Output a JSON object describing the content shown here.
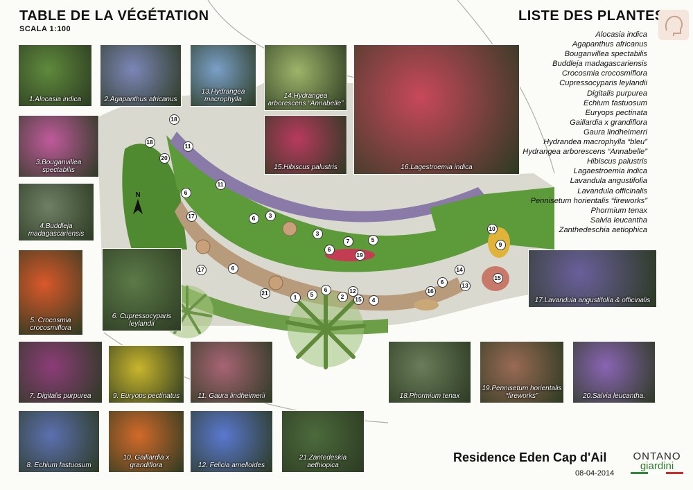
{
  "header": {
    "title": "TABLE DE LA VÉGÉTATION",
    "scale": "SCALA 1:100",
    "list_title": "LISTE DES PLANTES"
  },
  "plant_list": [
    "Alocasia indica",
    "Agapanthus africanus",
    "Bouganvillea spectabilis",
    "Buddleja madagascariensis",
    "Crocosmia crocosmiflora",
    "Cupressocyparis leylandii",
    "Digitalis purpurea",
    "Echium fastuosum",
    "Euryops pectinata",
    "Gaillardia x grandiflora",
    "Gaura lindheimerri",
    "Hydrandea macrophylla “bleu”",
    "Hydrangea arborescens “Annabelle”",
    "Hibiscus palustris",
    "Lagaestroemia indica",
    "Lavandula angustifolia",
    "Lavandula officinalis",
    "Pennisetum horientalis “fireworks”",
    "Phormium tenax",
    "Salvia leucantha",
    "Zanthedeschia aetiophica"
  ],
  "photos": [
    {
      "caption": "1.Alocasia indica",
      "color": "#5f8a3c"
    },
    {
      "caption": "2.Agapanthus africanus",
      "color": "#7c86b8"
    },
    {
      "caption": "13.Hydrangea macrophylla",
      "color": "#7aa0c8"
    },
    {
      "caption": "14.Hydrangea arborescens “Annabelle”",
      "color": "#9db46a"
    },
    {
      "caption": "16.Lagestroemia indica",
      "color": "#c8485a"
    },
    {
      "caption": "3.Bouganvillea spectabilis",
      "color": "#c05a9c"
    },
    {
      "caption": "15.Hibiscus palustris",
      "color": "#b83a5e"
    },
    {
      "caption": "4.Buddleja madagascariensis",
      "color": "#6f7f66"
    },
    {
      "caption": "5. Crocosmia crocosmiflora",
      "color": "#d9582a"
    },
    {
      "caption": "6. Cupressocyparis leylandii",
      "color": "#5c7a48"
    },
    {
      "caption": "17.Lavandula angustifolia & officinalis",
      "color": "#6a5f9c"
    },
    {
      "caption": "7. Digitalis purpurea",
      "color": "#8c3c78"
    },
    {
      "caption": "9. Euryops pectinatus",
      "color": "#c9b52c"
    },
    {
      "caption": "11. Gaura lindheimerii",
      "color": "#a86474"
    },
    {
      "caption": "18.Phormium tenax",
      "color": "#6a7c5a"
    },
    {
      "caption": "19.Pennisetum horientalis “fireworks”",
      "color": "#9a6a54"
    },
    {
      "caption": "20.Salvia leucantha.",
      "color": "#8a64b4"
    },
    {
      "caption": "8. Echium fastuosum",
      "color": "#5c70b0"
    },
    {
      "caption": "10. Gaillardia x grandiflora",
      "color": "#d26a2a"
    },
    {
      "caption": "12. Felicia amelloides",
      "color": "#5a78d0"
    },
    {
      "caption": "21.Zantedeskia aethiopica",
      "color": "#4c6a3c"
    }
  ],
  "markers": [
    "18",
    "18",
    "11",
    "20",
    "11",
    "6",
    "17",
    "6",
    "3",
    "3",
    "6",
    "7",
    "5",
    "19",
    "6",
    "17",
    "21",
    "1",
    "5",
    "6",
    "2",
    "12",
    "15",
    "4",
    "16",
    "6",
    "14",
    "13",
    "15",
    "10",
    "9"
  ],
  "compass_label": "N",
  "footer": {
    "residence": "Residence Eden Cap d'Ail",
    "date": "08-04-2014",
    "logo_top": "ONTANO",
    "logo_bottom": "giardini"
  },
  "colors": {
    "lawn": "#5d9a3a",
    "gravel": "#d8d8cc",
    "path": "#b89b7a",
    "flag_green": "#2f8a3a",
    "flag_white": "#ffffff",
    "flag_red": "#d02a2a"
  }
}
